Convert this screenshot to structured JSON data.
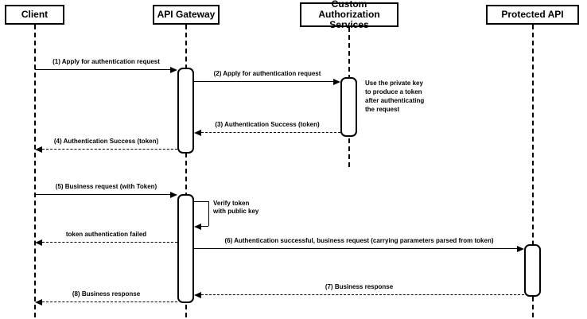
{
  "colors": {
    "stroke": "#000000",
    "fill": "#ffffff",
    "background": "#ffffff"
  },
  "actors": [
    {
      "id": "client",
      "label": "Client"
    },
    {
      "id": "api-gateway",
      "label": "API Gateway"
    },
    {
      "id": "custom-authorization-services",
      "label": "Custom Authorization\nServices"
    },
    {
      "id": "protected-api",
      "label": "Protected API"
    }
  ],
  "messages": [
    {
      "seq": "1",
      "label": "(1) Apply for authentication request",
      "from": "Client",
      "to": "API Gateway",
      "line": "solid"
    },
    {
      "seq": "2",
      "label": "(2) Apply for authentication request",
      "from": "API Gateway",
      "to": "Custom Authorization Services",
      "line": "solid"
    },
    {
      "seq": "3",
      "label": "(3) Authentication Success (token)",
      "from": "Custom Authorization Services",
      "to": "API Gateway",
      "line": "dashed"
    },
    {
      "seq": "4",
      "label": "(4) Authentication Success (token)",
      "from": "API Gateway",
      "to": "Client",
      "line": "dashed"
    },
    {
      "seq": "5",
      "label": "(5) Business request (with Token)",
      "from": "Client",
      "to": "API Gateway",
      "line": "solid"
    },
    {
      "seq": "",
      "label": "Verify token with public key",
      "from": "API Gateway",
      "to": "API Gateway",
      "line": "solid",
      "self_message": true
    },
    {
      "seq": "",
      "label": "token authentication failed",
      "from": "API Gateway",
      "to": "Client",
      "line": "dashed"
    },
    {
      "seq": "6",
      "label": "(6) Authentication successful, business request (carrying parameters parsed from token)",
      "from": "API Gateway",
      "to": "Protected API",
      "line": "solid"
    },
    {
      "seq": "7",
      "label": "(7) Business response",
      "from": "Protected API",
      "to": "API Gateway",
      "line": "dashed"
    },
    {
      "seq": "8",
      "label": "(8) Business response",
      "from": "API Gateway",
      "to": "Client",
      "line": "dashed"
    }
  ],
  "notes": [
    {
      "label": "Use the private key to produce a token after authenticating the request",
      "attached_to": "Custom Authorization Services"
    }
  ]
}
